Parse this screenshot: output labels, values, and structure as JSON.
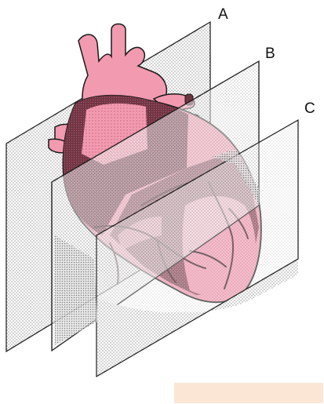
{
  "labels": {
    "plane_a": "A",
    "plane_b": "B",
    "plane_c": "C"
  },
  "colors": {
    "heart_light": "#f29ab0",
    "heart_dark": "#6e3442",
    "vessel": "#3a1a22",
    "plane_stipple": "#555555",
    "outline": "#1a1a1a",
    "note_box": "#fbe6d6"
  }
}
